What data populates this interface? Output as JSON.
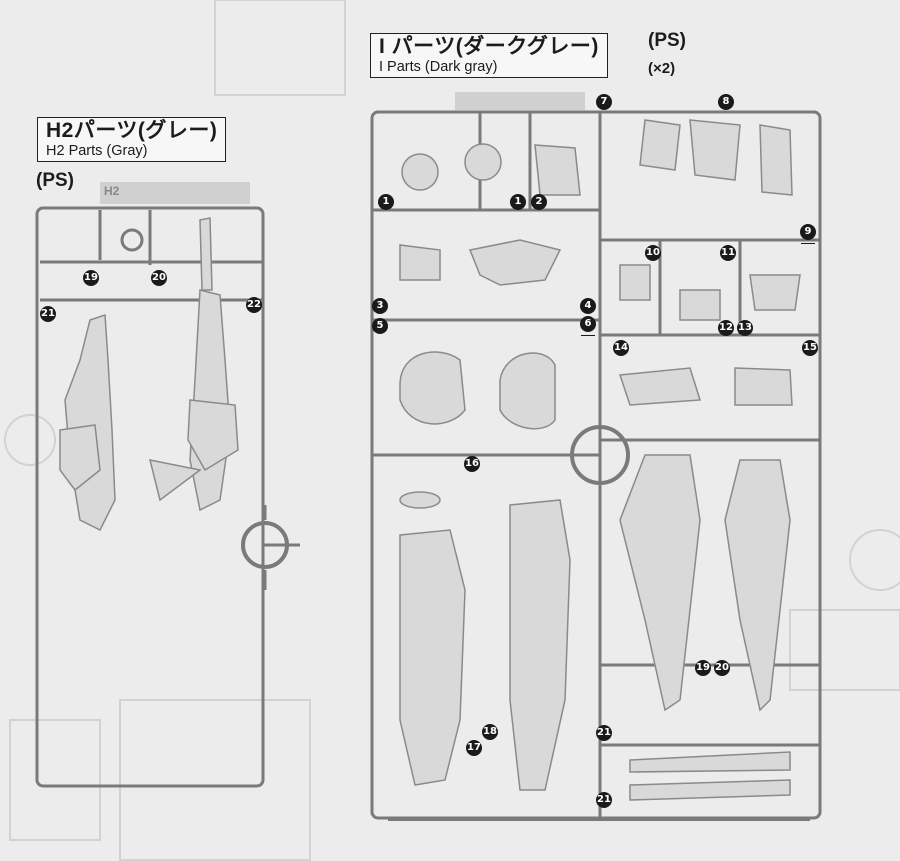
{
  "h2_sheet": {
    "name_ja": "H2パーツ(グレー)",
    "name_en": "H2 Parts (Gray)",
    "material": "(PS)",
    "sprue_tag": "H2",
    "part_numbers": [
      "19",
      "20",
      "21",
      "22"
    ]
  },
  "i_sheet": {
    "name_ja": "I パーツ(ダークグレー)",
    "name_en": "I Parts (Dark gray)",
    "material": "(PS)",
    "quantity": "(×2)",
    "part_numbers": [
      "1",
      "1",
      "2",
      "3",
      "4",
      "5",
      "6",
      "7",
      "8",
      "9",
      "10",
      "11",
      "12",
      "13",
      "14",
      "15",
      "16",
      "17",
      "18",
      "19",
      "20",
      "21",
      "21"
    ]
  },
  "colors": {
    "background": "#ececec",
    "sprue_fill": "#d9d9d9",
    "sprue_stroke": "#7a7a7a",
    "marker": "#1a1a1a"
  }
}
